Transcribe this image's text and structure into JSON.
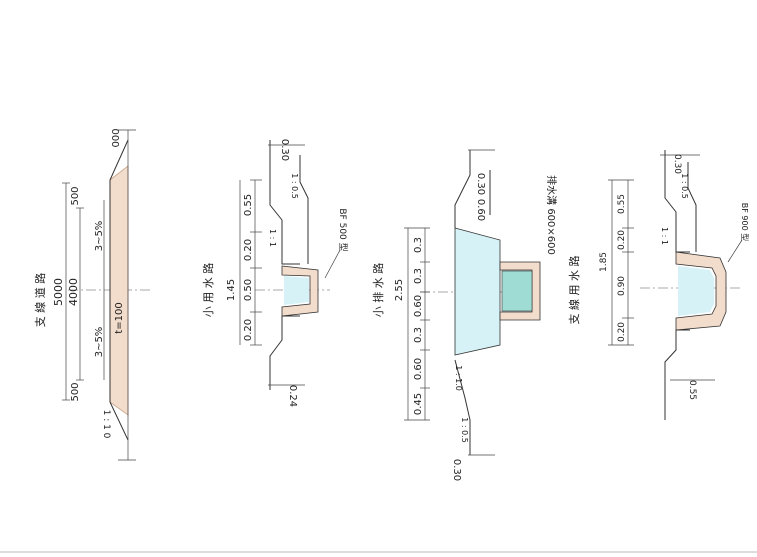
{
  "colors": {
    "concrete": "#f2dccb",
    "water": "#d6f2f6",
    "grate": "#9fdcd4",
    "line": "#333333"
  },
  "sections": {
    "s1": {
      "title": "支 線 道 路",
      "width_total": "5000",
      "width_inner": "4000",
      "edge_dims": [
        "500",
        "500"
      ],
      "slopes": [
        "3~5%",
        "3~5%"
      ],
      "thickness": "t=100",
      "top_marker": "000",
      "bottom_marker": "1 : 1 0"
    },
    "s2": {
      "title": "小 用 水 路",
      "total": "1.45",
      "segments": [
        "0.20",
        "0.50",
        "0.20",
        "0.55"
      ],
      "top_dim": "0.30",
      "bottom_dim": "0.24",
      "slope": "1 : 1",
      "slope2": "1 : 0.5",
      "product": "BF 500 型"
    },
    "s3": {
      "title": "小 排 水 路",
      "total": "2.55",
      "segments": [
        "0.45",
        "0.60",
        "0.3",
        "0.60",
        "0.3",
        "0.3"
      ],
      "top_dims": [
        "0.30",
        "0.60"
      ],
      "bottom_dim": "0.30",
      "slope": "1 : 1.0",
      "slope2": "1 : 0.5",
      "product": "排水溝 600×600"
    },
    "s4": {
      "title": "支 線 用 水 路",
      "total": "1.85",
      "segments": [
        "0.20",
        "0.90",
        "0.20",
        "0.55"
      ],
      "top_dim": "0.30",
      "bottom_dim": "0.55",
      "slope": "1 : 1",
      "slope2": "1 : 0.5",
      "product": "BF 900 型"
    }
  }
}
